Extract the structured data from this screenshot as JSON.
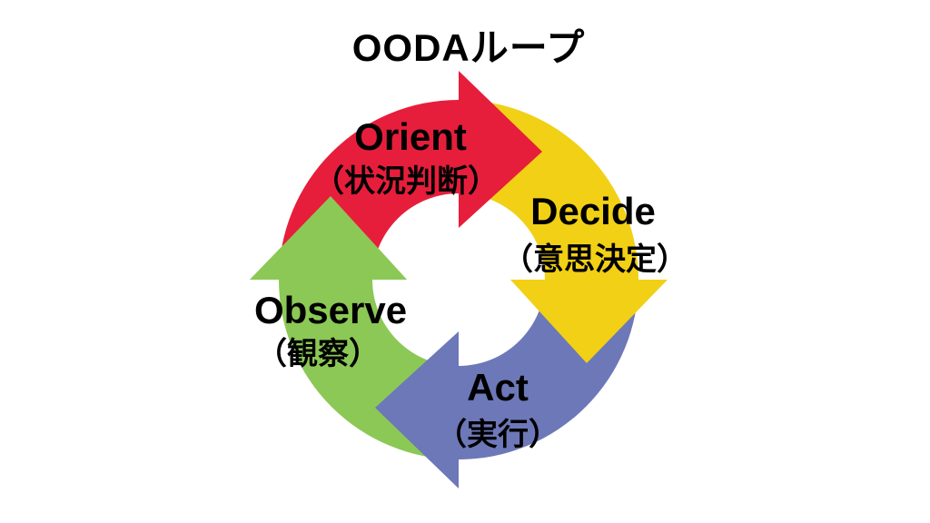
{
  "title": "OODAループ",
  "diagram": {
    "type": "cycle-arrow-loop",
    "direction": "clockwise",
    "background_color": "#ffffff",
    "text_color": "#000000",
    "segments": [
      {
        "id": "orient",
        "position": "top",
        "label_en": "Orient",
        "label_ja": "（状況判断）",
        "color": "#e61e3c"
      },
      {
        "id": "decide",
        "position": "right",
        "label_en": "Decide",
        "label_ja": "（意思決定）",
        "color": "#f1d016"
      },
      {
        "id": "act",
        "position": "bottom",
        "label_en": "Act",
        "label_ja": "（実行）",
        "color": "#6c78b8"
      },
      {
        "id": "observe",
        "position": "left",
        "label_en": "Observe",
        "label_ja": "（観察）",
        "color": "#8cc855"
      }
    ]
  }
}
